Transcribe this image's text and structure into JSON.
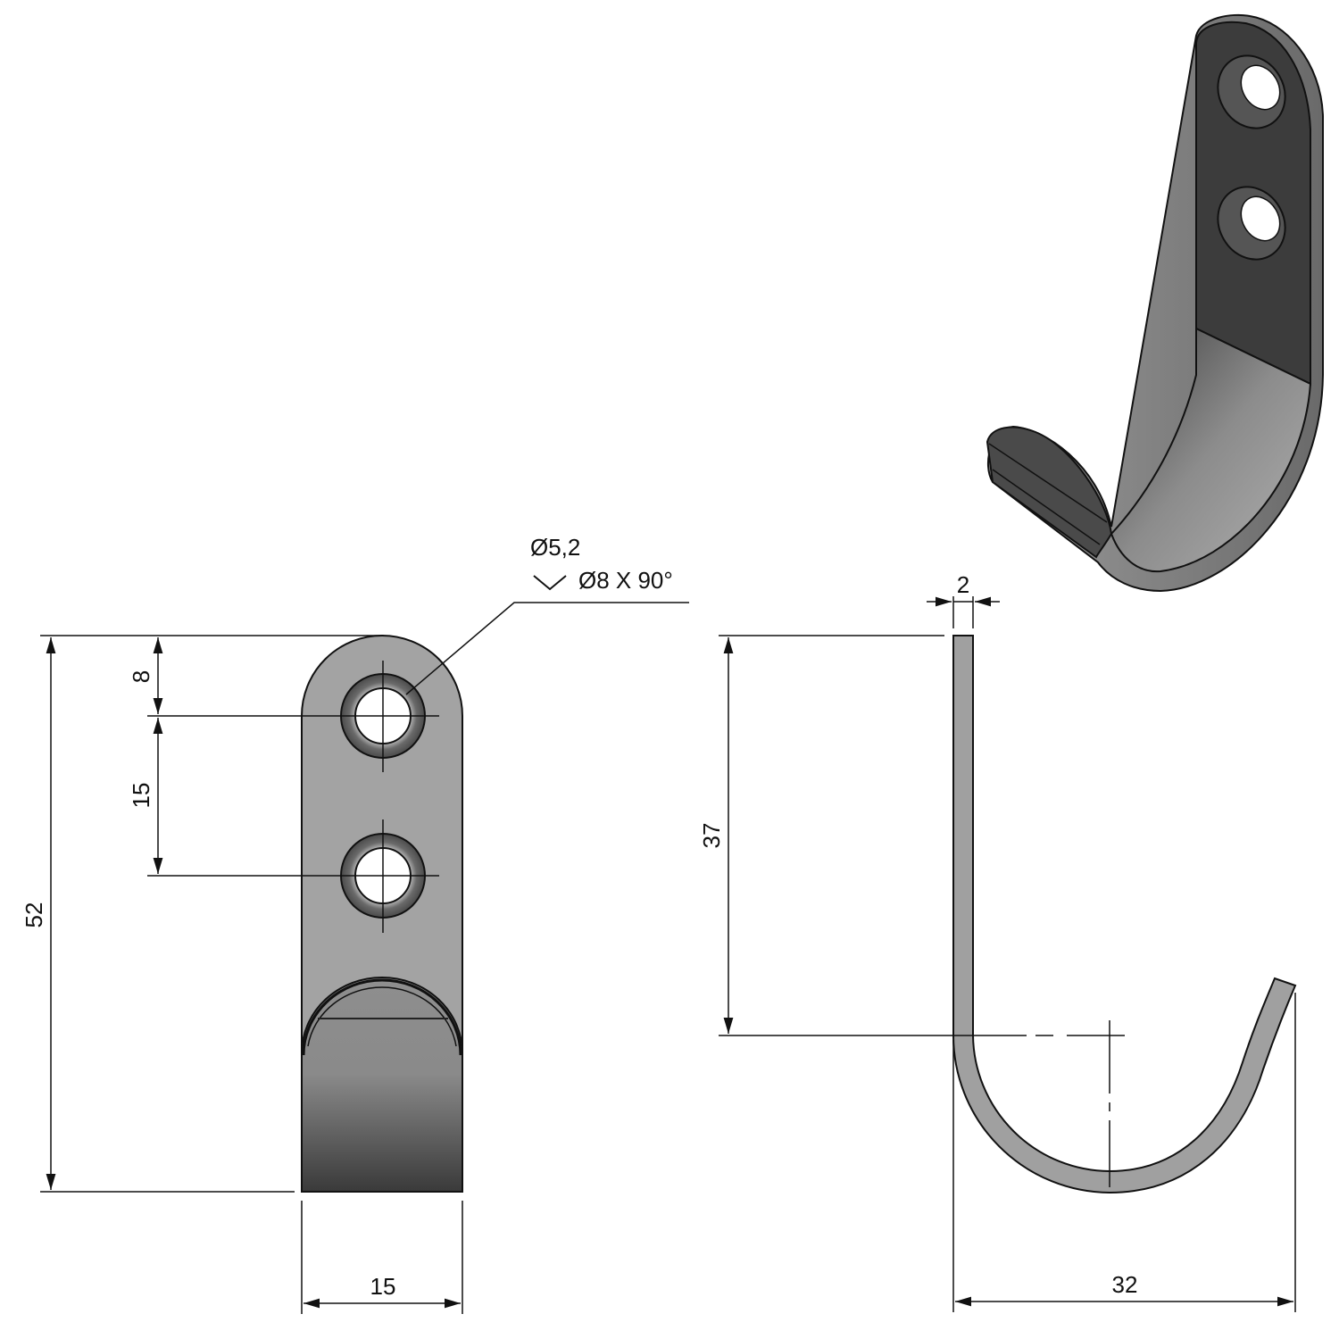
{
  "drawing": {
    "subject": "Wall hook",
    "views": {
      "front": {
        "dimensions": {
          "overall_height": "52",
          "top_to_first_hole": "8",
          "hole_spacing": "15",
          "width": "15"
        },
        "hole_callout": {
          "line1": "Ø5,2",
          "line2": "Ø8 X 90°",
          "countersink_symbol": "countersink-icon"
        }
      },
      "side": {
        "dimensions": {
          "thickness": "2",
          "straight_length": "37",
          "overall_depth": "32"
        }
      },
      "isometric": {
        "hole_count": 2
      }
    },
    "colors": {
      "line": "#111111",
      "part_light": "#a3a3a3",
      "part_dark": "#3a3a3a",
      "background": "#ffffff"
    }
  }
}
